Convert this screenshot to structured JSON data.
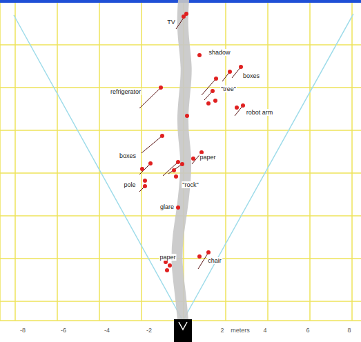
{
  "diagram": {
    "labels": [
      "TV",
      "shadow",
      "boxes",
      "refrigerator",
      "\"tree\"",
      "robot arm",
      "boxes",
      "paper",
      "pole",
      "\"rock\"",
      "glare",
      "paper",
      "chair",
      "-8",
      "-6",
      "-4",
      "-2",
      "2",
      "meters",
      "4",
      "6",
      "8"
    ]
  }
}
